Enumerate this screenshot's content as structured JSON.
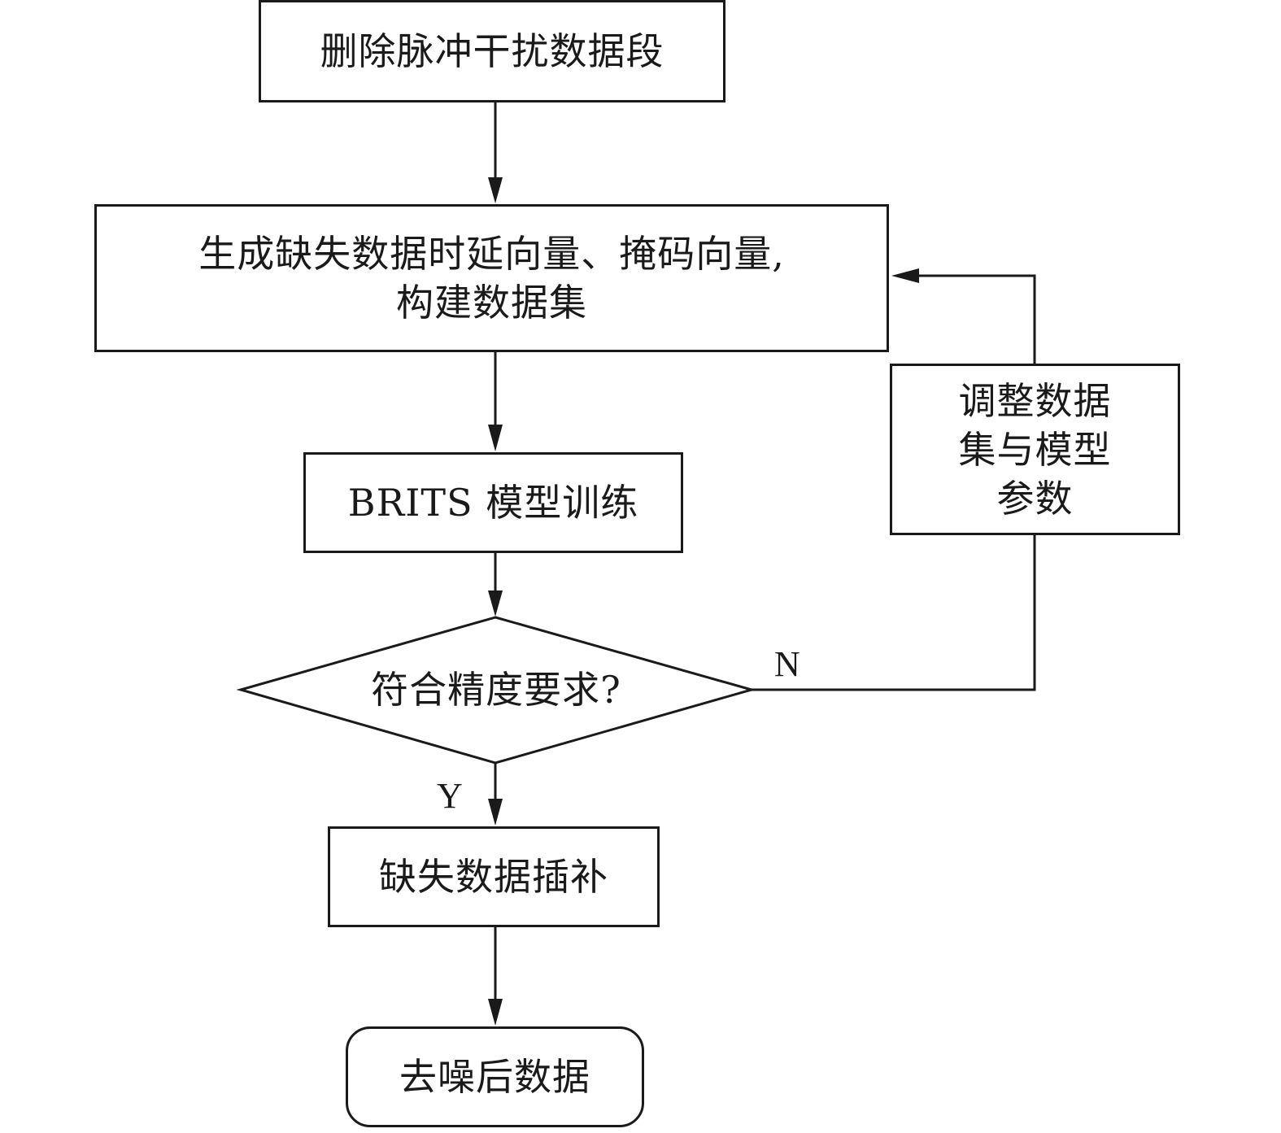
{
  "diagram": {
    "type": "flowchart",
    "nodes": {
      "remove_impulse": {
        "shape": "rectangle",
        "text": "删除脉冲干扰数据段"
      },
      "build_dataset": {
        "shape": "rectangle",
        "line1": "生成缺失数据时延向量、掩码向量,",
        "line2": "构建数据集"
      },
      "train_brits": {
        "shape": "rectangle",
        "text": "BRITS 模型训练"
      },
      "check_accuracy": {
        "shape": "diamond",
        "text": "符合精度要求?"
      },
      "impute": {
        "shape": "rectangle",
        "text": "缺失数据插补"
      },
      "denoised": {
        "shape": "rounded-rectangle",
        "text": "去噪后数据"
      },
      "adjust_params": {
        "shape": "rectangle",
        "line1": "调整数据",
        "line2": "集与模型",
        "line3": "参数"
      }
    },
    "edge_labels": {
      "no": "N",
      "yes": "Y"
    },
    "edges": [
      {
        "from": "remove_impulse",
        "to": "build_dataset",
        "label": ""
      },
      {
        "from": "build_dataset",
        "to": "train_brits",
        "label": ""
      },
      {
        "from": "train_brits",
        "to": "check_accuracy",
        "label": ""
      },
      {
        "from": "check_accuracy",
        "to": "impute",
        "label": "Y"
      },
      {
        "from": "impute",
        "to": "denoised",
        "label": ""
      },
      {
        "from": "check_accuracy",
        "to": "adjust_params",
        "label": "N"
      },
      {
        "from": "adjust_params",
        "to": "build_dataset",
        "label": ""
      }
    ],
    "colors": {
      "stroke": "#1a1a1a",
      "background": "#ffffff"
    }
  }
}
